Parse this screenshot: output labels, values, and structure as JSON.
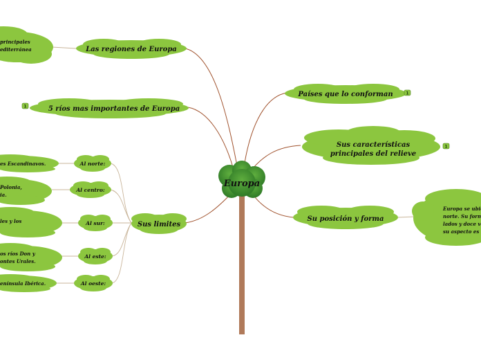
{
  "center": {
    "label": "Europa"
  },
  "nodes": {
    "regiones": "Las regiones de Europa",
    "regiones_detail_line1": "principales",
    "regiones_detail_line2": "editerránea",
    "rios": "5 ríos mas importantes de Europa",
    "paises": "Países que lo conforman",
    "relieve_line1": "Sus características",
    "relieve_line2": "principales del relieve",
    "posicion": "Su posición y forma",
    "posicion_detail_line1": "Europa se ubic",
    "posicion_detail_line2": "norte. Su form",
    "posicion_detail_line3": "lados y doce vé",
    "posicion_detail_line4": "su aspecto es m",
    "limites": "Sus limites"
  },
  "limites": {
    "norte": {
      "label": "Al norte:",
      "detail_line1": "es Escandinavos.",
      "detail_line2": ""
    },
    "centro": {
      "label": "Al centro:",
      "detail_line1": "Polonia,",
      "detail_line2": "ia."
    },
    "sur": {
      "label": "Al sur:",
      "detail_line1": "les y los",
      "detail_line2": ""
    },
    "este": {
      "label": "Al este:",
      "detail_line1": "os ríos Don y",
      "detail_line2": "ontes Urales."
    },
    "oeste": {
      "label": "Al oeste:",
      "detail_line1": "enínsula Ibérica.",
      "detail_line2": ""
    }
  },
  "badges": {
    "rios": "1",
    "paises": "1",
    "relieve": "1"
  },
  "colors": {
    "node_fill": "#8cc63f",
    "node_dark": "#2e7d32",
    "center_fill": "#3a8a2f",
    "trunk": "#b07a5a",
    "branch": "#a0522d",
    "connector": "#c9b59a"
  }
}
